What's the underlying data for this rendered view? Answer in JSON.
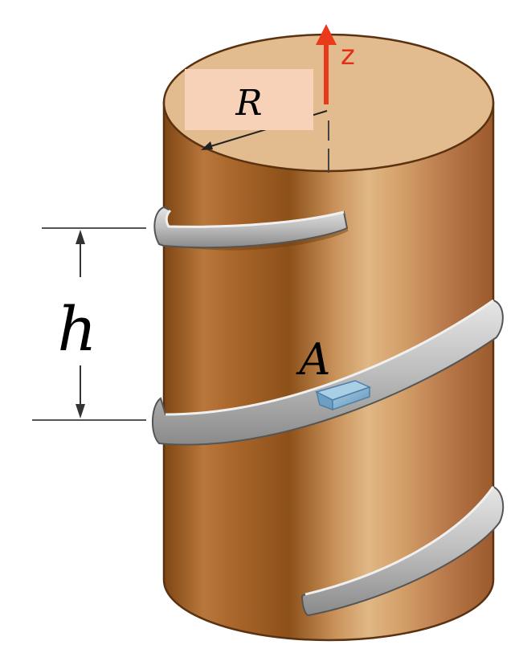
{
  "labels": {
    "radius": "R",
    "axis": "z",
    "pitch": "h",
    "point": "A"
  },
  "colors": {
    "wood_dark": "#8a4f1a",
    "wood_mid": "#c58a4c",
    "wood_light": "#e3b985",
    "top_face": "#e2bb8f",
    "label_box": "#f8d2b8",
    "axis_arrow": "#ea3a1c",
    "rail_light": "#d4d4d4",
    "rail_dark": "#7c7c7c",
    "bead": "#7fb1d4"
  }
}
